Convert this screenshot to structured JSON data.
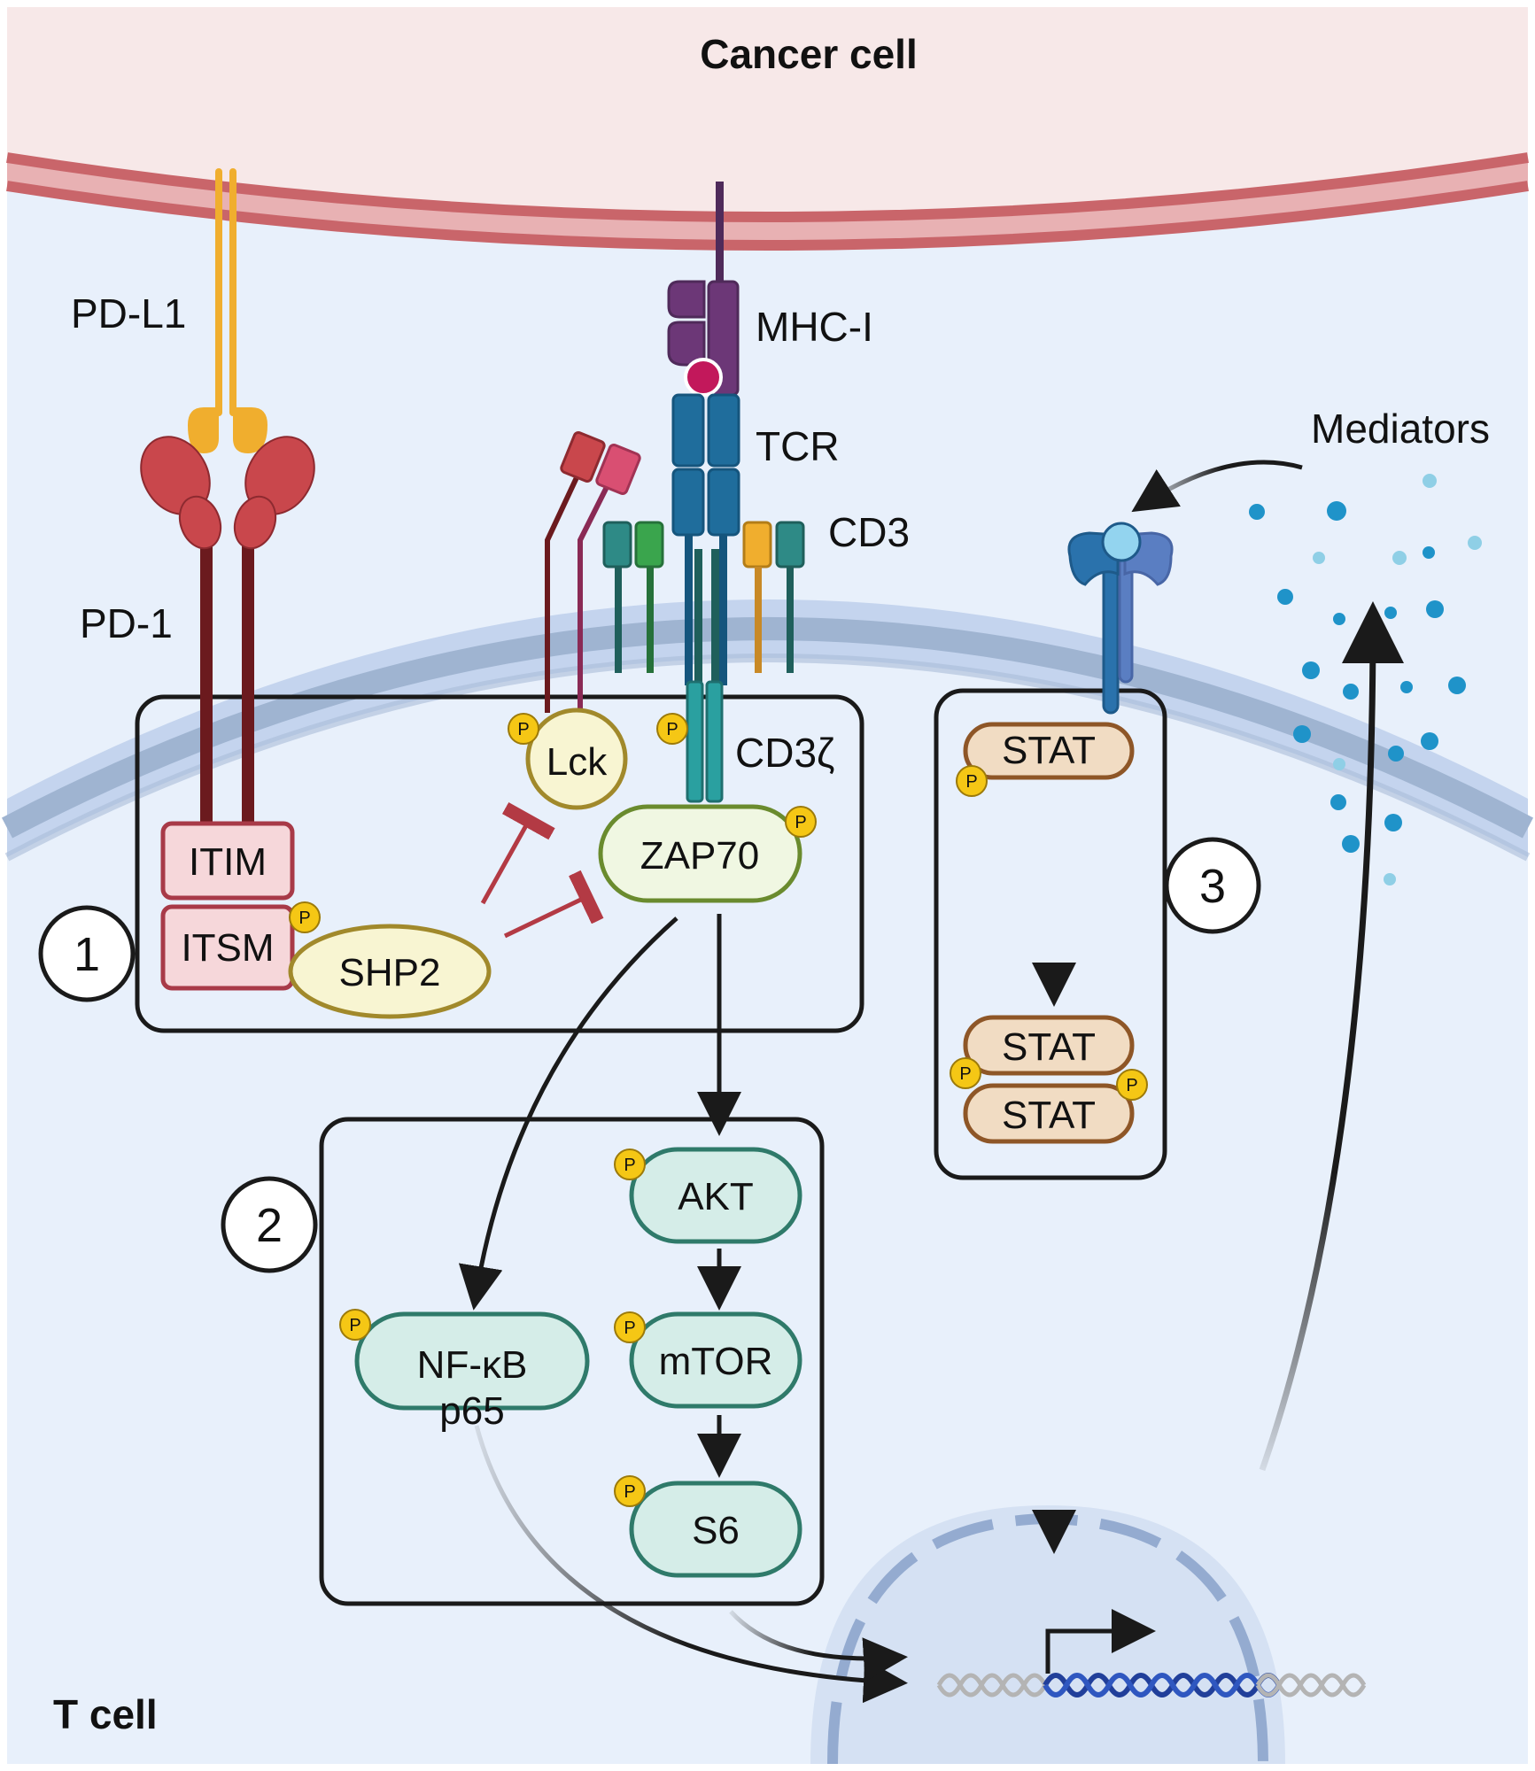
{
  "titles": {
    "cancer_cell": "Cancer cell",
    "t_cell": "T cell"
  },
  "receptors": {
    "pd_l1": "PD-L1",
    "pd_1": "PD-1",
    "mhc_i": "MHC-I",
    "tcr": "TCR",
    "cd3": "CD3",
    "cd3_zeta": "CD3ζ",
    "mediators": "Mediators"
  },
  "proteins": {
    "itim": "ITIM",
    "itsm": "ITSM",
    "shp2": "SHP2",
    "lck": "Lck",
    "zap70": "ZAP70",
    "akt": "AKT",
    "mtor": "mTOR",
    "s6": "S6",
    "nfkb_line1": "NF-κB",
    "nfkb_line2": "p65",
    "stat": "STAT"
  },
  "phospho_label": "P",
  "steps": [
    "1",
    "2",
    "3"
  ],
  "colors": {
    "cancer_cell": "#f7e8e8",
    "cancer_membrane": "#c9656a",
    "t_cell": "#e8f0fb",
    "t_membrane": "#9fb4d1",
    "pd1": "#6b1a1e",
    "pd1_domain": "#c9474c",
    "pdl1": "#f0ae2e",
    "mhc": "#6c3777",
    "tcr": "#1f6d9c",
    "itim_fill": "#f6d7da",
    "itim_border": "#a83a48",
    "shp2_fill": "#f8f5d2",
    "shp2_border": "#a1892b",
    "zap70_fill": "#f0f7e2",
    "zap70_border": "#6a8b2e",
    "kinase_fill": "#d5ede8",
    "kinase_border": "#2f7a6a",
    "stat_fill": "#f1dcc3",
    "stat_border": "#8e5627",
    "phospho": "#f5c715",
    "inhibition": "#b33a44",
    "mediator": "#1f93c9",
    "dna_active": "#213f9a",
    "dna_inactive": "#b4b4b4"
  }
}
